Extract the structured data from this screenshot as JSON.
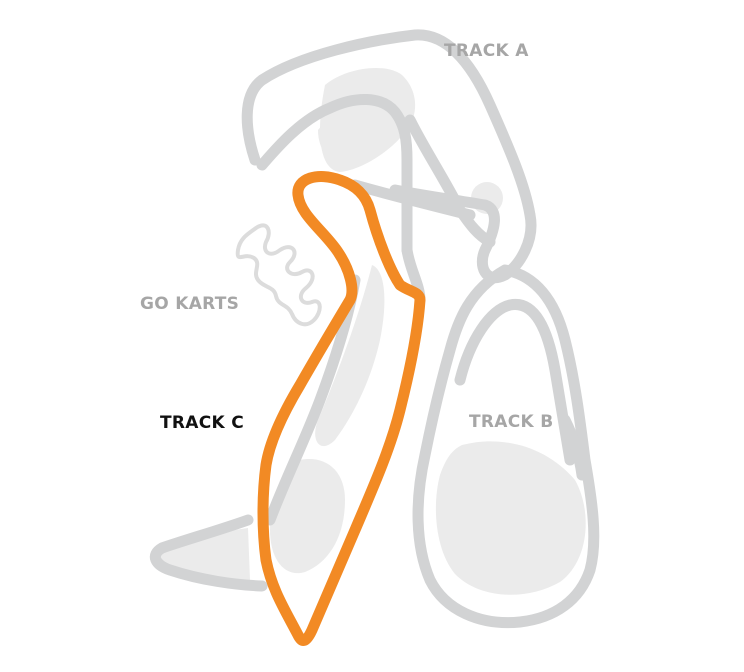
{
  "map": {
    "labels": {
      "track_a": "TRACK A",
      "track_b": "TRACK B",
      "track_c": "TRACK C",
      "go_karts": "GO KARTS"
    },
    "highlighted_track": "TRACK C",
    "colors": {
      "highlight": "#f28a24",
      "track_outline": "#d2d3d4",
      "infield_fill": "#ebebeb",
      "kart_outline": "#dcdcdc",
      "label_muted": "#a6a6a6",
      "label_active": "#111111",
      "background": "#ffffff"
    }
  }
}
